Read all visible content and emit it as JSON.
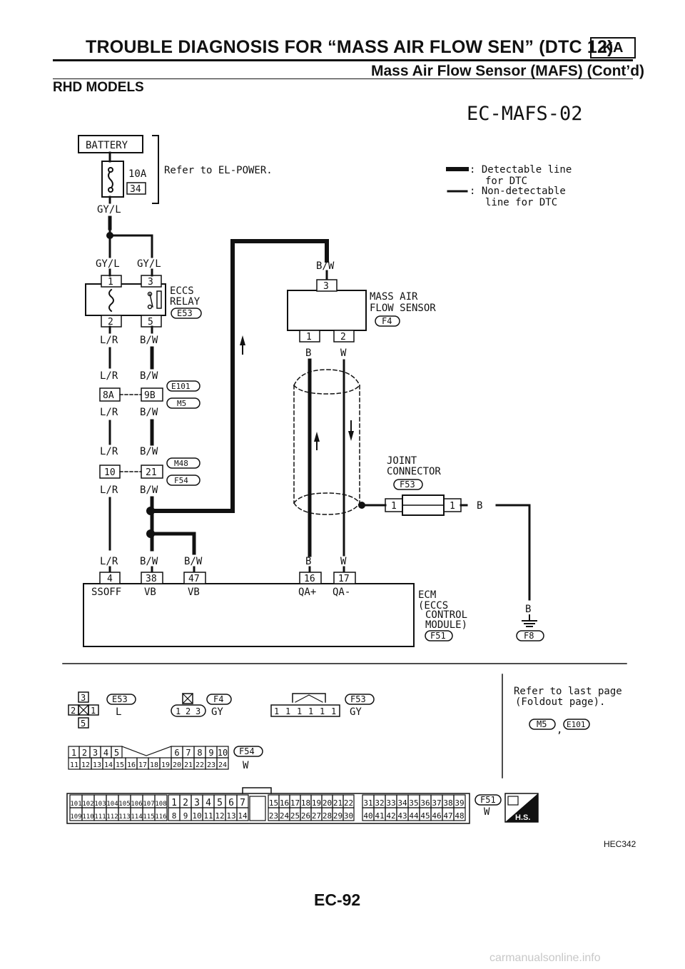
{
  "header": {
    "title": "TROUBLE DIAGNOSIS FOR “MASS AIR FLOW SEN” (DTC 12)",
    "badge": "KA",
    "subtitle": "Mass Air Flow Sensor (MAFS) (Cont’d)",
    "section": "RHD MODELS"
  },
  "diagram": {
    "code": "EC-MAFS-02",
    "battery": "BATTERY",
    "fuse_rating": "10A",
    "fuse_number": "34",
    "refer_power": "Refer to EL-POWER.",
    "legend_detect": ": Detectable line",
    "legend_detect2": "for DTC",
    "legend_nondetect": ": Non-detectable",
    "legend_nondetect2": "line for DTC",
    "wire_gyl": "GY/L",
    "wire_lr": "L/R",
    "wire_bw": "B/W",
    "wire_b": "B",
    "wire_w": "W",
    "relay_name1": "ECCS",
    "relay_name2": "RELAY",
    "relay_conn": "E53",
    "relay_pins": [
      "1",
      "3",
      "2",
      "5"
    ],
    "maf_name1": "MASS AIR",
    "maf_name2": "FLOW SENSOR",
    "maf_conn": "F4",
    "maf_pins": [
      "3",
      "1",
      "2"
    ],
    "joint1_pins": [
      "8A",
      "9B"
    ],
    "joint1_conns": [
      "E101",
      "M5"
    ],
    "joint2_pins": [
      "10",
      "21"
    ],
    "joint2_conns": [
      "M48",
      "F54"
    ],
    "jc_name1": "JOINT",
    "jc_name2": "CONNECTOR",
    "jc_conn": "F53",
    "jc_pins": [
      "1",
      "1"
    ],
    "ecm_pins": [
      "4",
      "38",
      "47",
      "16",
      "17"
    ],
    "ecm_terms": [
      "SSOFF",
      "VB",
      "VB",
      "QA+",
      "QA-"
    ],
    "ecm_name": [
      "ECM",
      "(ECCS",
      "CONTROL",
      "MODULE)"
    ],
    "ecm_conn": "F51",
    "ground_conn": "F8"
  },
  "connectors": {
    "e53": {
      "id": "E53",
      "color": "L",
      "pins": [
        "3",
        "2",
        "1",
        "5"
      ]
    },
    "f4": {
      "id": "F4",
      "color": "GY",
      "pins": [
        "1",
        "2",
        "3"
      ]
    },
    "f53": {
      "id": "F53",
      "color": "GY",
      "pins": [
        "1",
        "1",
        "1",
        "1",
        "1",
        "1"
      ]
    },
    "f54": {
      "id": "F54",
      "color": "W",
      "row1": [
        "1",
        "2",
        "3",
        "4",
        "5",
        "6",
        "7",
        "8",
        "9",
        "10"
      ],
      "row2": [
        "11",
        "12",
        "13",
        "14",
        "15",
        "16",
        "17",
        "18",
        "19",
        "20",
        "21",
        "22",
        "23",
        "24"
      ]
    },
    "f51": {
      "id": "F51",
      "color": "W",
      "blockA1": [
        "101",
        "102",
        "103",
        "104",
        "105",
        "106",
        "107",
        "108"
      ],
      "blockA2": [
        "109",
        "110",
        "111",
        "112",
        "113",
        "114",
        "115",
        "116"
      ],
      "blockB1": [
        "1",
        "2",
        "3",
        "4",
        "5",
        "6",
        "7"
      ],
      "blockB2": [
        "8",
        "9",
        "10",
        "11",
        "12",
        "13",
        "14"
      ],
      "blockC1": [
        "15",
        "16",
        "17",
        "18",
        "19",
        "20",
        "21",
        "22"
      ],
      "blockC2": [
        "23",
        "24",
        "25",
        "26",
        "27",
        "28",
        "29",
        "30"
      ],
      "blockD1": [
        "31",
        "32",
        "33",
        "34",
        "35",
        "36",
        "37",
        "38",
        "39"
      ],
      "blockD2": [
        "40",
        "41",
        "42",
        "43",
        "44",
        "45",
        "46",
        "47",
        "48"
      ]
    },
    "refer_last": "Refer to last page",
    "foldout": "(Foldout page).",
    "refer_conns": [
      "M5",
      "E101"
    ],
    "hs_label": "H.S."
  },
  "footer": {
    "figure_code": "HEC342",
    "page": "EC-92",
    "watermark": "carmanualsonline.info"
  }
}
